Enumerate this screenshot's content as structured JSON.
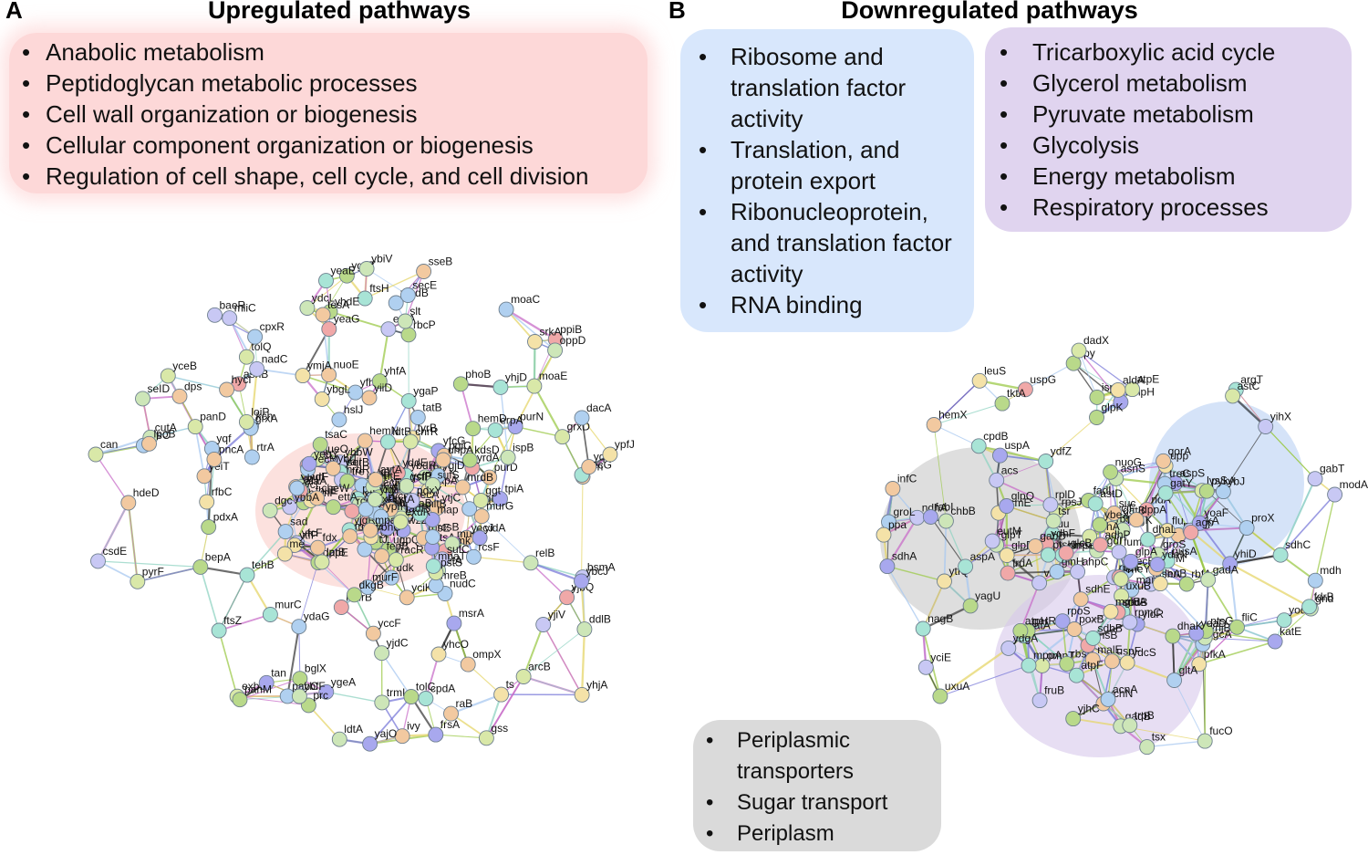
{
  "panel_a": {
    "letter": "A",
    "title": "Upregulated pathways",
    "pathways": [
      "Anabolic metabolism",
      "Peptidoglycan metabolic processes",
      "Cell wall organization or biogenesis",
      "Cellular component organization or biogenesis",
      "Regulation of cell shape, cell cycle, and cell division"
    ]
  },
  "panel_b": {
    "letter": "B",
    "title": "Downregulated pathways",
    "ribosome_pathways": [
      "Ribosome and translation factor activity",
      "Translation, and protein export",
      "Ribonucleoprotein, and translation factor activity",
      "RNA binding"
    ],
    "tca_pathways": [
      "Tricarboxylic acid cycle",
      "Glycerol metabolism",
      "Pyruvate metabolism",
      "Glycolysis",
      "Energy metabolism",
      "Respiratory processes"
    ],
    "periplasm_pathways": [
      "Periplasmic transporters",
      "Sugar transport",
      "Periplasm"
    ]
  },
  "colors": {
    "up_box": "#fdcdcd",
    "ribosome_box": "#d4e4fc",
    "tca_box": "#dacce c",
    "periplasm_box": "#d6d6d6",
    "edge_colors": [
      "#9cc94a",
      "#7a7ad8",
      "#3d3d3d",
      "#c86ec8",
      "#8fd3c2",
      "#e6d66a",
      "#a8c8f0"
    ]
  },
  "network_a": {
    "nodes": [
      "ybdR",
      "ydgJ",
      "yciK",
      "rfbC",
      "yecJ",
      "bglX",
      "yfhG",
      "yddE",
      "yjiA",
      "cpdA",
      "yhbW",
      "yhfA",
      "wzzE",
      "wecE",
      "gph",
      "ycbL",
      "yeiT",
      "ymdB",
      "yceB",
      "ugpQ",
      "btuR",
      "ytjC",
      "nuoE",
      "trmL",
      "ybcL",
      "ppiB",
      "ycgM",
      "ymdF",
      "cueO",
      "yahJ",
      "serB",
      "hisD",
      "yhjA",
      "fbp",
      "yjbQ",
      "sad",
      "yrdA",
      "can",
      "nudC",
      "hemN",
      "yggT",
      "hemF",
      "kch",
      "hisI",
      "folA",
      "purN",
      "yajI",
      "yidQ",
      "pdxA",
      "yjgR",
      "purD",
      "udk",
      "nrdR",
      "bsmA",
      "tusE",
      "ftsP",
      "hemD",
      "tatB",
      "yidP",
      "raB",
      "ymjA",
      "moeB",
      "map",
      "tpiA",
      "pyrF",
      "ybgL",
      "ggt",
      "moaE",
      "moaC",
      "yjiV",
      "zapA",
      "kdsD",
      "orn",
      "gstB",
      "yhjD",
      "ybgK",
      "gss",
      "ygaP",
      "dapE",
      "secE",
      "murG",
      "pabC",
      "gmk",
      "prs",
      "purF",
      "tolC",
      "ompX",
      "iscX",
      "grxD",
      "bisC",
      "csdE",
      "ycf",
      "ftsA",
      "murE",
      "ftsZ",
      "secG",
      "murC",
      "ddlB",
      "coaE",
      "exbB",
      "ygeA",
      "yqiH",
      "yqf",
      "yfcF",
      "erpA",
      "fdx",
      "murB",
      "mrdB",
      "pal",
      "tolQ",
      "fhuE",
      "yfcG",
      "sseB",
      "ftsH",
      "tre",
      "tsaC",
      "entE",
      "entA",
      "fetA",
      "msrA",
      "cutA",
      "grxA",
      "lpoB",
      "murF",
      "alr",
      "ispB",
      "yhdE",
      "fepB",
      "yhcO",
      "sufC",
      "rbcP",
      "mreB",
      "recA",
      "ygjD",
      "ts",
      "lptB",
      "oppD",
      "ytfP",
      "yjdC",
      "ycfP",
      "dacA",
      "me",
      "panD",
      "artJ",
      "ldtA",
      "yecM",
      "sufS",
      "mltB",
      "alaA",
      "mdaB",
      "cheW",
      "tyrB",
      "ybiT",
      "ldtB",
      "tan",
      "pgiC",
      "slt",
      "xthA",
      "yiiD",
      "pstS",
      "artP",
      "asnB",
      "seID",
      "hycI",
      "loiP",
      "rtrA",
      "ybjM",
      "ydaG",
      "avtA",
      "arcB",
      "fadR",
      "pncA",
      "panM",
      "rcnB",
      "bepA",
      "frsA",
      "ybhC",
      "chrR",
      "ybbA",
      "mnaT",
      "relB",
      "mliC",
      "ivy",
      "prc",
      "yajO",
      "tesA",
      "phoB",
      "nadC",
      "pdxY",
      "ybcJ",
      "ybfF",
      "dps",
      "ettA",
      "yeaG",
      "dkgB",
      "rstA",
      "uhpA",
      "yidA",
      "hslJ",
      "ydcL",
      "ypfH",
      "racR",
      "srkA",
      "yeaE",
      "cpxR",
      "baeR",
      "rcsB",
      "yccF",
      "ybiV",
      "yb",
      "mpaA",
      "yjdI",
      "cpxP",
      "yigL",
      "hdeD",
      "tehB",
      "exuR",
      "rcsF",
      "yebY",
      "ypfJ",
      "dgc"
    ]
  },
  "network_b": {
    "nodes": [
      "yhiD",
      "yciF",
      "yidR",
      "yciE",
      "ybJ",
      "ygdI",
      "hemX",
      "ridA",
      "yodD",
      "yagU",
      "uspF",
      "spy",
      "osmE",
      "ndhA",
      "sgcA",
      "dmsD",
      "gatA",
      "chbB",
      "cpdB",
      "uspG",
      "upp",
      "ushA",
      "uspA",
      "umpH",
      "secB",
      "tsx",
      "asnS",
      "fadM",
      "gatB",
      "aspS",
      "ychN",
      "treC",
      "garR",
      "nagB",
      "rbsK",
      "manX",
      "fadL",
      "leuS",
      "infC",
      "valS",
      "lysS",
      "rbfA",
      "raiA",
      "fabI",
      "dadX",
      "uxuB",
      "kdgK",
      "fruB",
      "gatY",
      "nagE",
      "ompT",
      "groS",
      "nusA",
      "mppA",
      "rbsB",
      "malE",
      "ompF",
      "uu",
      "ydhF",
      "yjhC",
      "hdhA",
      "proX",
      "uxuA",
      "dppA",
      "rpe",
      "groL",
      "ppa",
      "rpsJ",
      "rplD",
      "rpmC",
      "rplF",
      "glnH",
      "ytfQ",
      "argT",
      "tktA",
      "rpoS",
      "ahpC",
      "katE",
      "atpF",
      "ynjB",
      "ptsG",
      "sodB",
      "pykA",
      "atpH",
      "ydeN",
      "modA",
      "ydcS",
      "gnd",
      "pfkA",
      "atpE",
      "yeaD",
      "mglB",
      "ackA",
      "mdh",
      "acnA",
      "suc",
      "ybeX",
      "fliC",
      "poxB",
      "gltA",
      "sdhC",
      "ansB",
      "ispF",
      "glpK",
      "acs",
      "sdhA",
      "fdrB",
      "gadB",
      "nuoG",
      "yoaF",
      "agp",
      "flu",
      "ptsI",
      "fumA",
      "aldA",
      "frdA",
      "aspA",
      "glpF",
      "sdhB",
      "gadA",
      "cheY",
      "astC",
      "sdhE",
      "yihX",
      "glcB",
      "dhaK",
      "gabT",
      "gabD",
      "dhaL",
      "tsr",
      "astD",
      "trpB",
      "leuB",
      "glpQ",
      "ydgA",
      "glpA",
      "glpT",
      "qorA",
      "fucO",
      "adhP",
      "eutM",
      "ydfZ"
    ]
  }
}
